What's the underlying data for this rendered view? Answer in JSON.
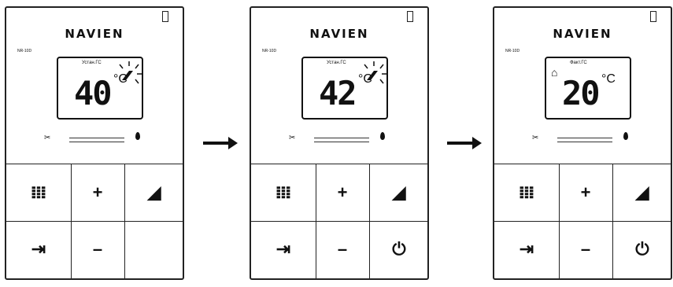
{
  "panels": [
    {
      "brand": "NAVIEN",
      "model": "NR-10D",
      "set_label": "Устан.ГС",
      "temperature": "40",
      "unit": "°C"
    },
    {
      "brand": "NAVIEN",
      "model": "NR-10D",
      "set_label": "Устан.ГС",
      "temperature": "42",
      "unit": "°C"
    },
    {
      "brand": "NAVIEN",
      "model": "NR-10D",
      "set_label": "Факт.ГС",
      "temperature": "20",
      "unit": "°C"
    }
  ],
  "keys": {
    "plus": "+",
    "minus": "–"
  },
  "icons": {
    "heating": "radiator-icon",
    "hot_water": "shower-icon",
    "away": "exit-shower-icon",
    "power": "power-icon",
    "wrench": "wrench-icon",
    "drop": "water-drop-icon"
  }
}
